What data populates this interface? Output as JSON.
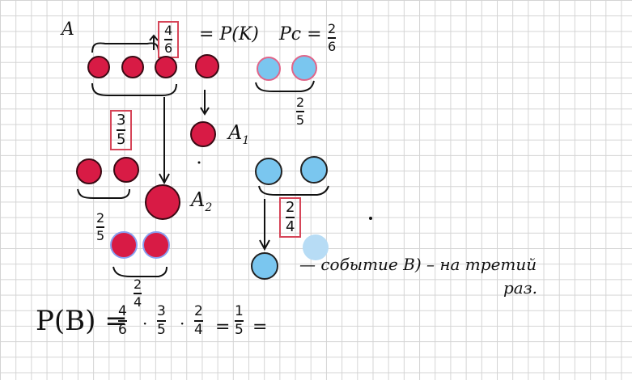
{
  "labels": {
    "a": "A",
    "p_k_suffix": "= P(K)",
    "pc_prefix": "Pc =",
    "a1": "A",
    "a1_sub": "1",
    "a2": "A",
    "a2_sub": "2",
    "event_text": "— событие B) – на третий",
    "event_text2": "раз."
  },
  "fractions": {
    "pk": {
      "num": "4",
      "den": "6"
    },
    "pc": {
      "num": "2",
      "den": "6"
    },
    "blue_top": {
      "num": "2",
      "den": "5"
    },
    "red_3_5": {
      "num": "3",
      "den": "5"
    },
    "red_2_5": {
      "num": "2",
      "den": "5"
    },
    "blue_2_4": {
      "num": "2",
      "den": "4"
    },
    "red_2_4": {
      "num": "2",
      "den": "4"
    }
  },
  "formula": {
    "lhs": "P(B) =",
    "f1": {
      "num": "4",
      "den": "6"
    },
    "f2": {
      "num": "3",
      "den": "5"
    },
    "f3": {
      "num": "2",
      "den": "4"
    },
    "eq": "=",
    "f4": {
      "num": "1",
      "den": "5"
    },
    "tail": "="
  },
  "colors": {
    "red": "#d81b45",
    "blue": "#7ac6ef",
    "box": "#d64558",
    "grid": "#d4d4d4"
  }
}
